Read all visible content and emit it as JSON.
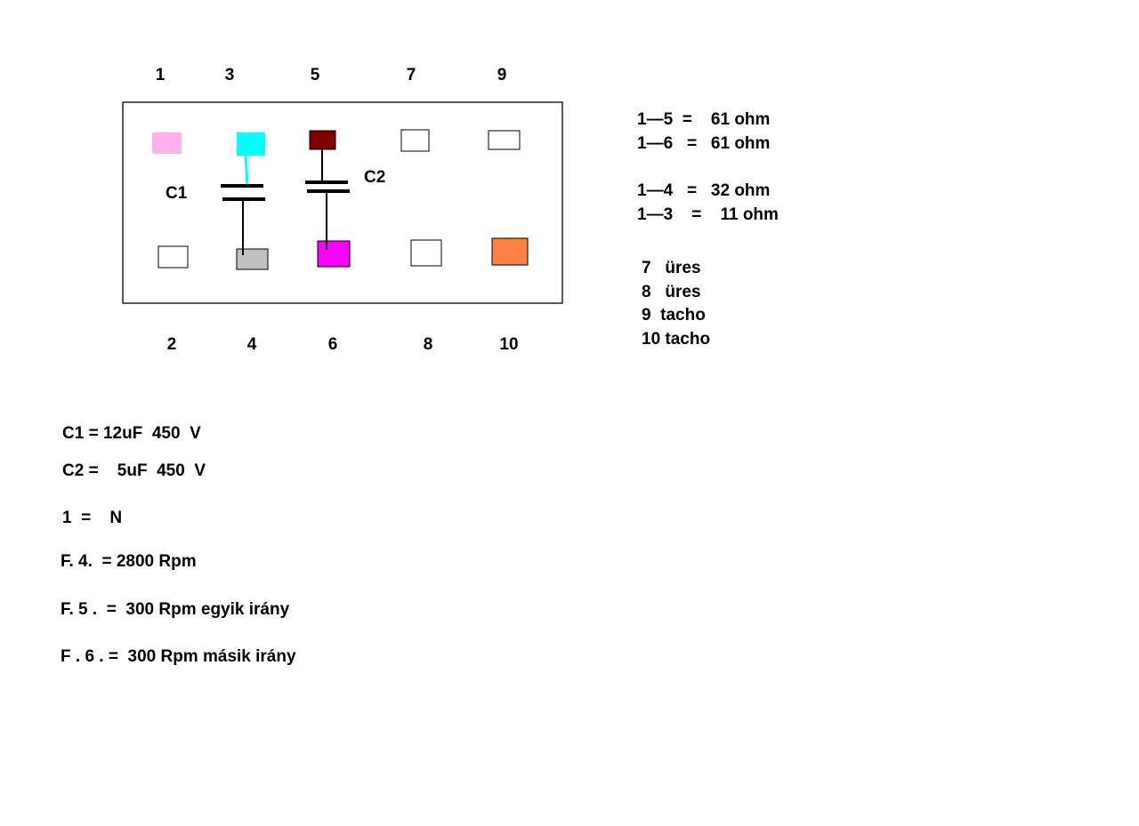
{
  "connector": {
    "top_pins": [
      "1",
      "3",
      "5",
      "7",
      "9"
    ],
    "bottom_pins": [
      "2",
      "4",
      "6",
      "8",
      "10"
    ],
    "pads": {
      "1": {
        "fill": "#ffb3ee",
        "outlined": false
      },
      "3": {
        "fill": "#00ffff",
        "outlined": false
      },
      "5": {
        "fill": "#800000",
        "outlined": true
      },
      "7": {
        "fill": "#ffffff",
        "outlined": true
      },
      "9": {
        "fill": "#ffffff",
        "outlined": true
      },
      "2": {
        "fill": "#ffffff",
        "outlined": true
      },
      "4": {
        "fill": "#c0c0c0",
        "outlined": true
      },
      "6": {
        "fill": "#ff00ff",
        "outlined": true
      },
      "8": {
        "fill": "#ffffff",
        "outlined": true
      },
      "10": {
        "fill": "#ff8040",
        "outlined": true
      }
    },
    "capacitor_labels": {
      "c1": "C1",
      "c2": "C2"
    }
  },
  "resistances": [
    "1—5  =    61 ohm",
    "1—6   =   61 ohm",
    "1—4   =   32 ohm",
    "1—3    =    11 ohm"
  ],
  "pin_usage": [
    "7   üres",
    "8   üres",
    "9  tacho",
    "10 tacho"
  ],
  "notes": [
    "C1 = 12uF  450  V",
    "C2 =    5uF  450  V",
    "1  =    N",
    "F. 4.  = 2800 Rpm",
    "F. 5 .  =  300 Rpm egyik irány",
    "F . 6 . =  300 Rpm másik irány"
  ]
}
